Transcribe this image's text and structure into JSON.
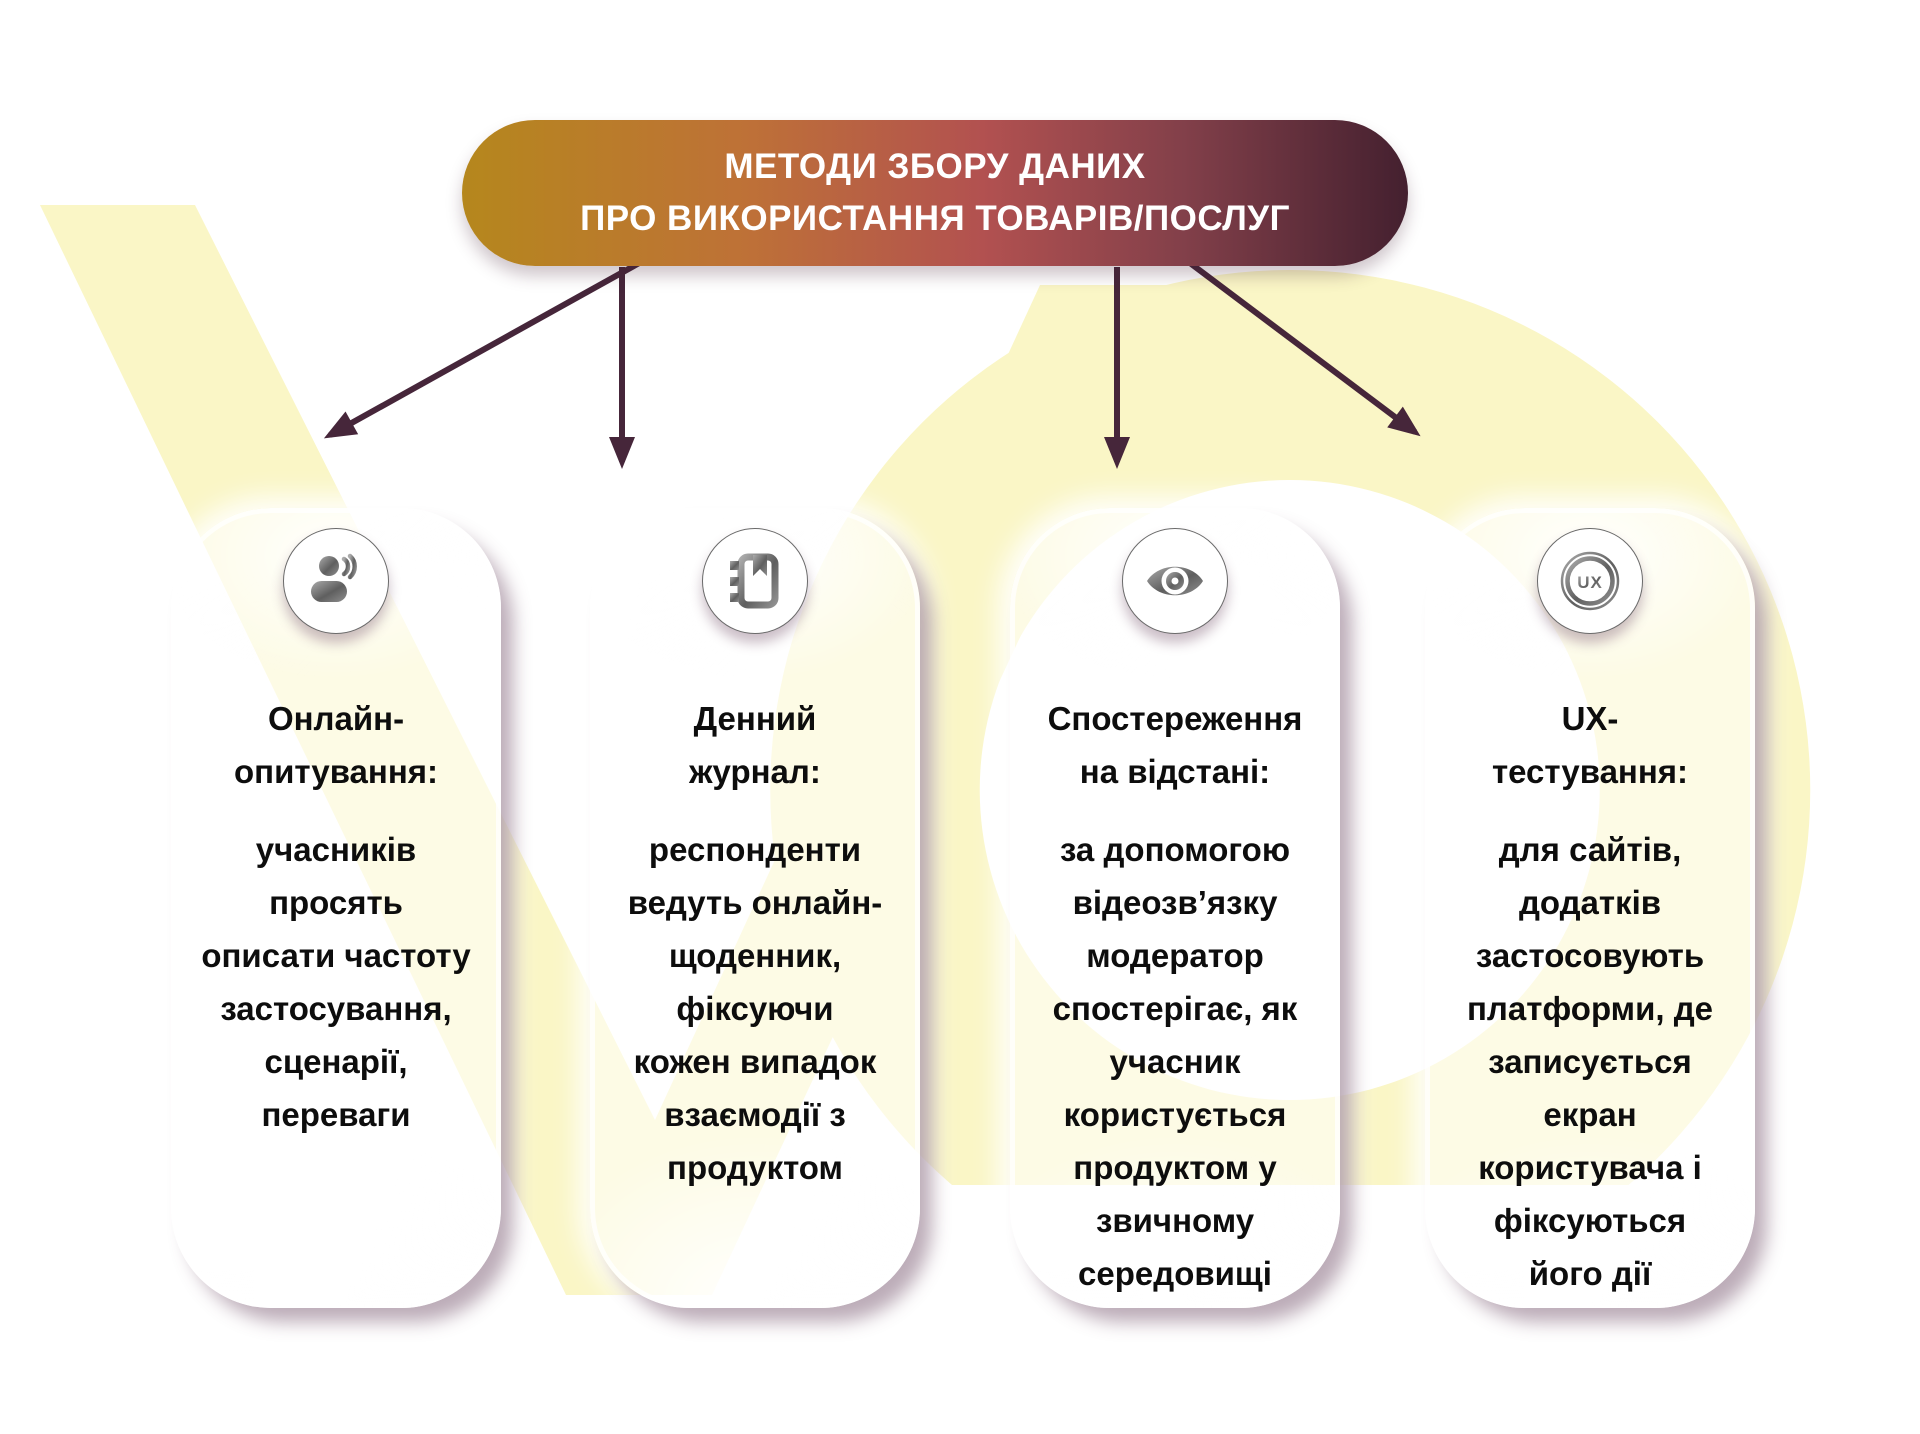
{
  "header": {
    "line1": "МЕТОДИ ЗБОРУ ДАНИХ",
    "line2": "ПРО ВИКОРИСТАННЯ ТОВАРІВ/ПОСЛУГ"
  },
  "cards": [
    {
      "icon": "person-speaking-icon",
      "title": "Онлайн-\nопитування:",
      "body": "учасників\nпросять\nописати частоту\nзастосування,\nсценарії,\nпереваги"
    },
    {
      "icon": "diary-notebook-icon",
      "title": "Денний\nжурнал:",
      "body": "респонденти\nведуть онлайн-\nщоденник,\nфіксуючи\nкожен випадок\nвзаємодії з\nпродуктом"
    },
    {
      "icon": "eye-observation-icon",
      "title": "Спостереження\nна відстані:",
      "body": "за допомогою\nвідеозв’язку\nмодератор\nспостерігає, як\nучасник\nкористується\nпродуктом у\nзвичному\nсередовищі"
    },
    {
      "icon": "ux-circle-icon",
      "icon_label": "UX",
      "title": "UX-\nтестування:",
      "body": "для сайтів,\nдодатків\nзастосовують\nплатформи, де\nзаписується\nекран\nкористувача і\nфіксуються\nйого дії"
    }
  ],
  "colors": {
    "header_gradient_start": "#B5871D",
    "header_gradient_mid": "#B25150",
    "header_gradient_end": "#44202F",
    "arrow": "#46263A",
    "watermark_yellow": "#FAF6C6",
    "text": "#0D0D0D",
    "icon_gray": "#6F6F6F",
    "card_shadow": "rgba(96,58,86,0.42)"
  }
}
